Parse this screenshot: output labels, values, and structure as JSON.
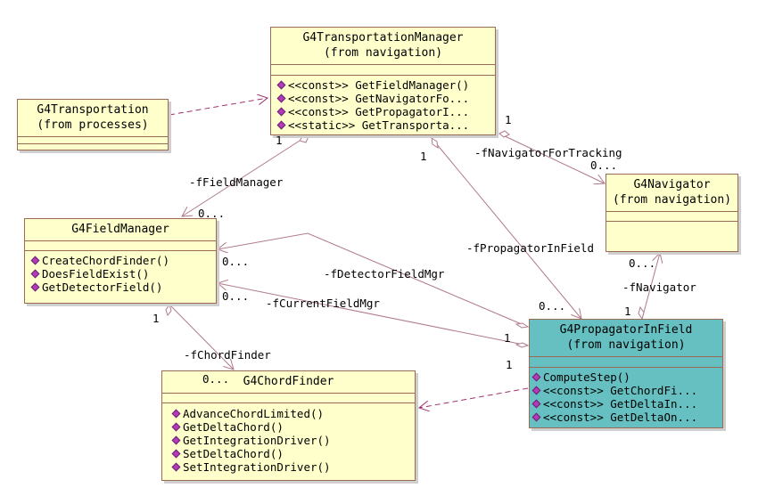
{
  "classes": {
    "transport_mgr": {
      "name": "G4TransportationManager",
      "pkg": "(from navigation)",
      "ops": [
        "<<const>> GetFieldManager()",
        "<<const>> GetNavigatorFo...",
        "<<const>> GetPropagatorI...",
        "<<static>> GetTransporta..."
      ]
    },
    "transportation": {
      "name": "G4Transportation",
      "pkg": "(from processes)",
      "ops": []
    },
    "field_mgr": {
      "name": "G4FieldManager",
      "ops": [
        "CreateChordFinder()",
        "DoesFieldExist()",
        "GetDetectorField()"
      ]
    },
    "navigator": {
      "name": "G4Navigator",
      "pkg": "(from navigation)",
      "ops": []
    },
    "propagator": {
      "name": "G4PropagatorInField",
      "pkg": "(from navigation)",
      "ops": [
        "ComputeStep()",
        "<<const>> GetChordFi...",
        "<<const>> GetDeltaIn...",
        "<<const>> GetDeltaOn..."
      ]
    },
    "chord_finder": {
      "name": "G4ChordFinder",
      "ops": [
        "AdvanceChordLimited()",
        "GetDeltaChord()",
        "GetIntegrationDriver()",
        "SetDeltaChord()",
        "SetIntegrationDriver()"
      ]
    }
  },
  "labels": {
    "f_field_manager": "-fFieldManager",
    "f_navigator_for_tracking": "-fNavigatorForTracking",
    "f_propagator_in_field": "-fPropagatorInField",
    "f_detector_field_mgr": "-fDetectorFieldMgr",
    "f_current_field_mgr": "-fCurrentFieldMgr",
    "f_navigator": "-fNavigator",
    "f_chord_finder": "-fChordFinder"
  },
  "multiplicities": {
    "one": "1",
    "many": "0..."
  },
  "colors": {
    "box_fill": "#ffffcc",
    "highlight_fill": "#66bfc0",
    "association_line": "#b07a8a",
    "dependency_line": "#a0306a"
  }
}
